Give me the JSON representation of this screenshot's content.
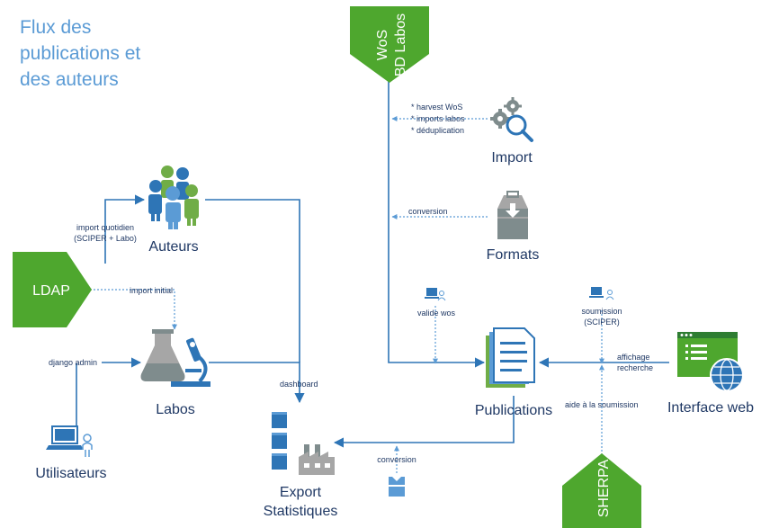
{
  "title_lines": [
    "Flux des",
    "publications et",
    "des auteurs"
  ],
  "nodes": {
    "wos": "WoS",
    "bd_labos": "BD Labos",
    "import": "Import",
    "formats": "Formats",
    "ldap": "LDAP",
    "auteurs": "Auteurs",
    "labos": "Labos",
    "utilisateurs": "Utilisateurs",
    "publications": "Publications",
    "interface_web": "Interface web",
    "export_line1": "Export",
    "export_line2": "Statistiques",
    "sherpa": "SHERPA"
  },
  "edge_labels": {
    "harvest_wos": "* harvest WoS",
    "imports_labos": "* imports labos",
    "deduplication": "* déduplication",
    "conversion_formats": "conversion",
    "import_quotidien": "import quotidien",
    "sciper_labo": "(SCIPER + Labo)",
    "import_initial": "import initial",
    "django_admin": "django admin",
    "dashboard": "dashboard",
    "valide_wos": "valide wos",
    "soumission": "soumission",
    "sciper": "(SCIPER)",
    "affichage": "affichage",
    "recherche": "recherche",
    "aide_soumission": "aide à la soumission",
    "conversion_export": "conversion"
  },
  "colors": {
    "green": "#4ea72e",
    "arrow_blue": "#2e75b6",
    "title_blue": "#5b9bd5",
    "label_navy": "#1f3864"
  },
  "icons": [
    "gears-magnifier-icon",
    "box-download-icon",
    "people-group-icon",
    "lab-flask-microscope-icon",
    "laptop-user-icon",
    "documents-stack-icon",
    "web-window-globe-icon",
    "database-stack-icon",
    "factory-icon",
    "document-download-icon"
  ]
}
